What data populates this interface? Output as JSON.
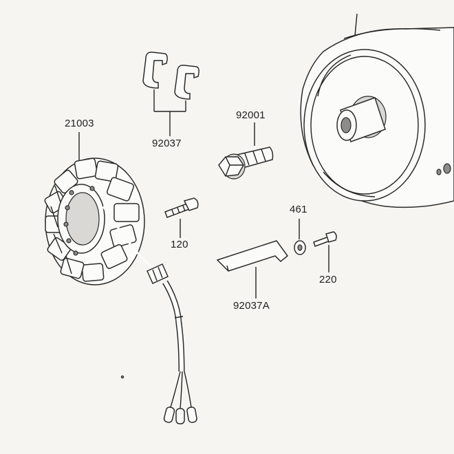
{
  "parts": {
    "stator": "21003",
    "clamp": "92037",
    "bolt": "92001",
    "screw": "120",
    "washer": "461",
    "small_screw": "220",
    "plate_clamp": "92037A"
  }
}
